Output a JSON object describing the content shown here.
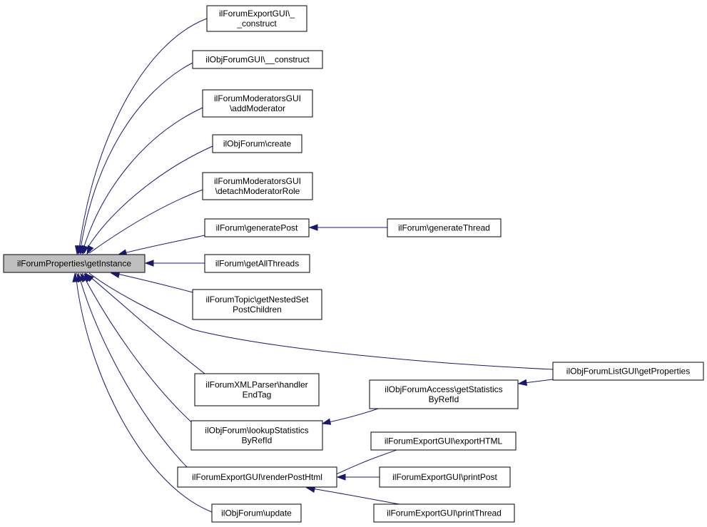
{
  "diagram": {
    "root": {
      "lines": [
        "ilForumProperties\\getInstance"
      ]
    },
    "nodes": {
      "n1": {
        "lines": [
          "ilForumExportGUI\\_",
          "_construct"
        ]
      },
      "n2": {
        "lines": [
          "ilObjForumGUI\\__construct"
        ]
      },
      "n3": {
        "lines": [
          "ilForumModeratorsGUI",
          "\\addModerator"
        ]
      },
      "n4": {
        "lines": [
          "ilObjForum\\create"
        ]
      },
      "n5": {
        "lines": [
          "ilForumModeratorsGUI",
          "\\detachModeratorRole"
        ]
      },
      "n6": {
        "lines": [
          "ilForum\\generatePost"
        ]
      },
      "n7": {
        "lines": [
          "ilForum\\getAllThreads"
        ]
      },
      "n8": {
        "lines": [
          "ilForumTopic\\getNestedSet",
          "PostChildren"
        ]
      },
      "n9": {
        "lines": [
          "ilForumXMLParser\\handler",
          "EndTag"
        ]
      },
      "n10": {
        "lines": [
          "ilObjForum\\lookupStatistics",
          "ByRefId"
        ]
      },
      "n11": {
        "lines": [
          "ilForumExportGUI\\renderPostHtml"
        ]
      },
      "n12": {
        "lines": [
          "ilObjForum\\update"
        ]
      },
      "n13": {
        "lines": [
          "ilForum\\generateThread"
        ]
      },
      "n14": {
        "lines": [
          "ilObjForumListGUI\\getProperties"
        ]
      },
      "n15": {
        "lines": [
          "ilObjForumAccess\\getStatistics",
          "ByRefId"
        ]
      },
      "n16": {
        "lines": [
          "ilForumExportGUI\\exportHTML"
        ]
      },
      "n17": {
        "lines": [
          "ilForumExportGUI\\printPost"
        ]
      },
      "n18": {
        "lines": [
          "ilForumExportGUI\\printThread"
        ]
      }
    },
    "edge_color": "#191970",
    "root_fill": "#bfbfbf"
  }
}
